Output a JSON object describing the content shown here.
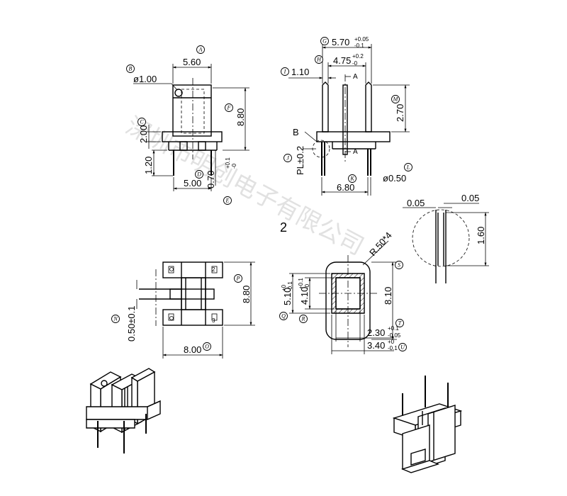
{
  "figure_label": "2",
  "watermark": "深圳市明创电子有限公司",
  "views": {
    "front": {
      "bubbles": [
        "A",
        "B",
        "C",
        "D",
        "E",
        "F"
      ],
      "dims": {
        "width": "5.60",
        "hole": "ø1.00",
        "base_h": "2.00",
        "pin_h": "1.20",
        "pitch": "5.00",
        "pin_w": "0.70",
        "pin_w_tol_up": "+0.1",
        "pin_w_tol_dn": "-0",
        "height": "8.80"
      }
    },
    "side": {
      "bubbles": [
        "G",
        "H",
        "I",
        "J",
        "K",
        "L",
        "M"
      ],
      "dims": {
        "outer_w": "5.70",
        "outer_w_tol_up": "+0.05",
        "outer_w_tol_dn": "-0.1",
        "inner_w": "4.75",
        "inner_w_tol_up": "+0.2",
        "inner_w_tol_dn": "-0",
        "flange": "1.10",
        "right_h": "2.70",
        "pl": "PL±0.2",
        "span": "6.80",
        "pin_d": "ø0.50"
      },
      "labels": {
        "detail": "B",
        "section1": "A",
        "section2": "A"
      }
    },
    "detail_b": {
      "left": "0.05",
      "right": "0.05",
      "height": "1.60"
    },
    "bottom": {
      "bubbles": [
        "N",
        "O",
        "P"
      ],
      "dims": {
        "pin_dia": "0.50±0.1",
        "length": "8.00",
        "height": "8.80"
      },
      "pin_marks": [
        "2",
        "3"
      ]
    },
    "section_a": {
      "bubbles": [
        "Q",
        "R",
        "S",
        "T",
        "U"
      ],
      "dims": {
        "radius": "R.50*4",
        "outer_h": "5.10",
        "outer_h_tol_up": "+0",
        "outer_h_tol_dn": "-0.1",
        "inner_h": "4.10",
        "inner_h_tol_up": "+0.1",
        "inner_h_tol_dn": "-0",
        "total_h": "8.10",
        "inner_w": "2.30",
        "inner_w_tol_up": "+0.1",
        "inner_w_tol_dn": "-0.05",
        "outer_w": "3.40",
        "outer_w_tol_up": "+0",
        "outer_w_tol_dn": "-0.1"
      }
    }
  }
}
